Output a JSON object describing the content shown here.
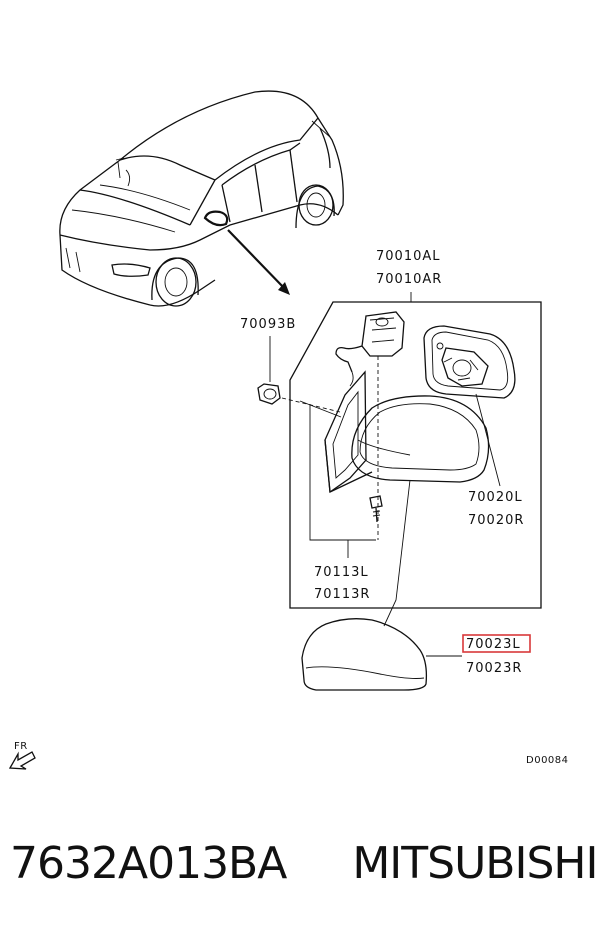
{
  "labels": {
    "assembly_l": "70010AL",
    "assembly_r": "70010AR",
    "clip": "70093B",
    "glass_l": "70020L",
    "glass_r": "70020R",
    "screw_l": "70113L",
    "screw_r": "70113R",
    "cover_l": "70023L",
    "cover_r": "70023R",
    "front_mark": "FR",
    "diagram_code": "D00084"
  },
  "highlight_color": "#d9383a",
  "caption": {
    "part_number": "7632A013BA",
    "brand": "MITSUBISHI"
  }
}
